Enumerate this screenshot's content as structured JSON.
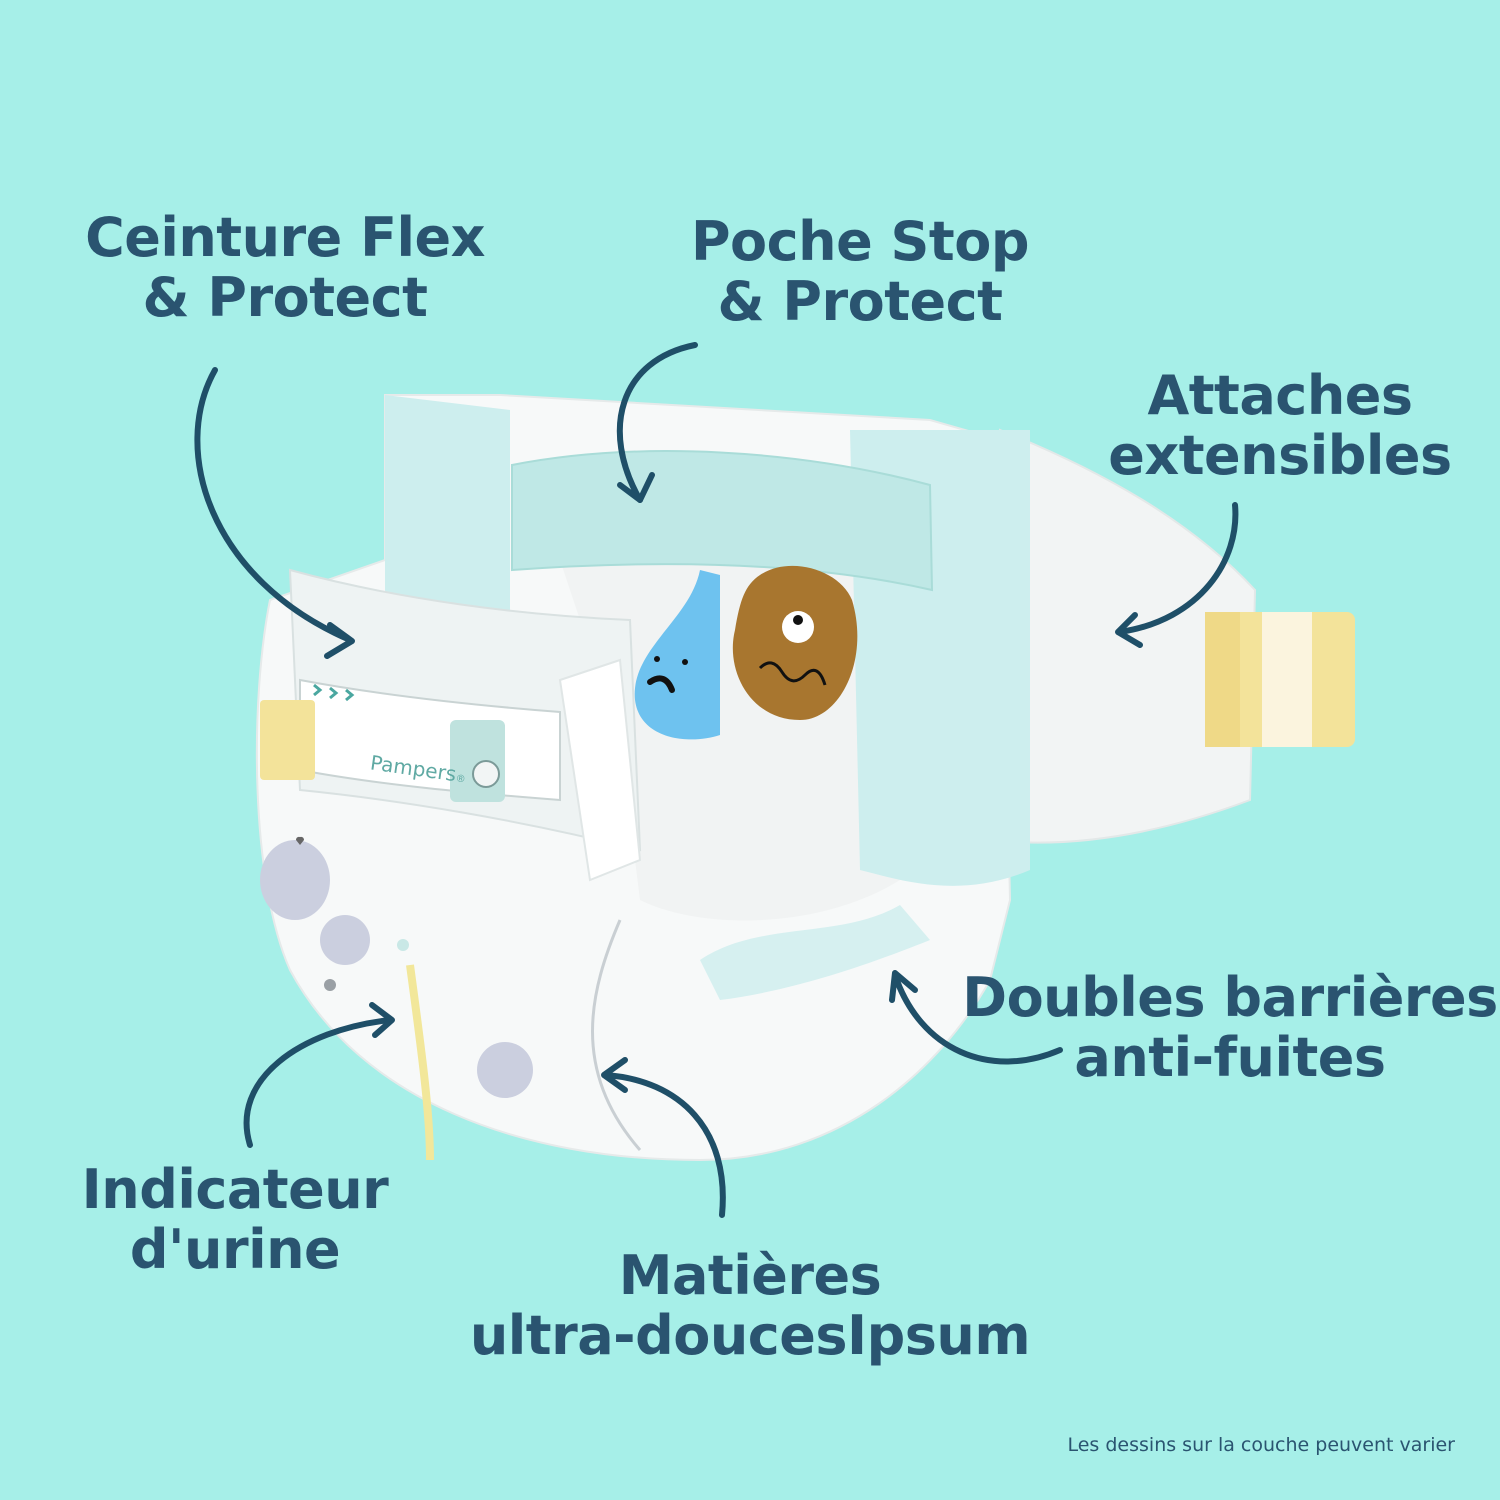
{
  "labels": {
    "waistband": {
      "line1": "Ceinture Flex",
      "line2": "& Protect"
    },
    "pocket": {
      "line1": "Poche Stop",
      "line2": "& Protect"
    },
    "tabs": {
      "line1": "Attaches",
      "line2": "extensibles"
    },
    "barriers": {
      "line1": "Doubles barrières",
      "line2": "anti-fuites"
    },
    "indicator": {
      "line1": "Indicateur",
      "line2": "d'urine"
    },
    "materials": {
      "line1": "Matières",
      "line2": "ultra-doucesIpsum"
    }
  },
  "footnote": "Les dessins sur la couche peuvent varier",
  "product": {
    "brand": "Pampers",
    "brand_mark": "®"
  },
  "colors": {
    "background": "#a6efe8",
    "text": "#2a5470",
    "arrow": "#1f4f68",
    "diaper_white": "#f7f9f9",
    "pocket_blue": "#cdeeee",
    "tab_yellow": "#f3e39a",
    "drop_blue": "#6ec2ef",
    "poop_brown": "#a8762f"
  }
}
